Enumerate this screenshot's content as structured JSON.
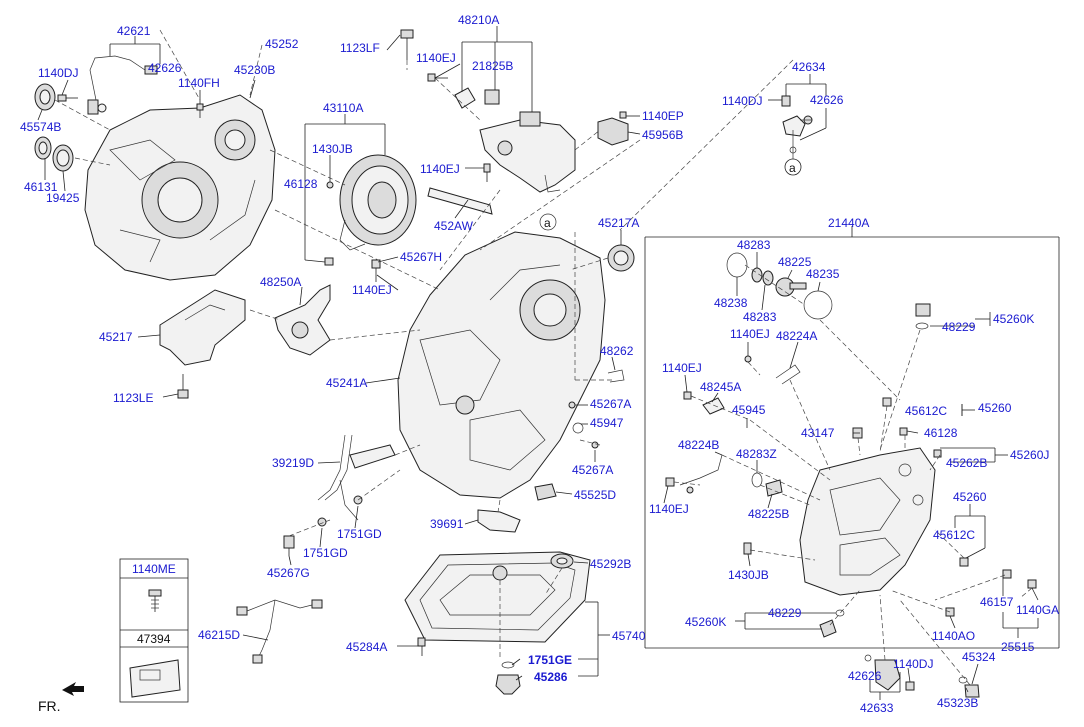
{
  "labels": {
    "p42621": "42621",
    "p1140DJ_a": "1140DJ",
    "p42626_a": "42626",
    "p45574B": "45574B",
    "p46131": "46131",
    "p19425": "19425",
    "p1140FH": "1140FH",
    "p45252": "45252",
    "p45230B": "45230B",
    "p1123LF": "1123LF",
    "p48210A": "48210A",
    "p1140EJ_a": "1140EJ",
    "p21825B": "21825B",
    "p43110A": "43110A",
    "p1430JB_a": "1430JB",
    "p46128_a": "46128",
    "p1140EJ_b": "1140EJ",
    "p452AW": "452AW",
    "p45267H": "45267H",
    "p1140EJ_c": "1140EJ",
    "p48250A": "48250A",
    "p45217": "45217",
    "p1123LE": "1123LE",
    "p1140EP": "1140EP",
    "p45956B": "45956B",
    "p42634": "42634",
    "p1140DJ_b": "1140DJ",
    "p42626_b": "42626",
    "circle_a": "a",
    "p45217A": "45217A",
    "p21440A": "21440A",
    "p48283_a": "48283",
    "p48225": "48225",
    "p48235": "48235",
    "p48238": "48238",
    "p48283_b": "48283",
    "p1140EJ_d": "1140EJ",
    "p48224A": "48224A",
    "p45260K": "45260K",
    "p48229_a": "48229",
    "p45241A": "45241A",
    "p48262": "48262",
    "p1140EJ_e": "1140EJ",
    "p48245A": "48245A",
    "p45267A_a": "45267A",
    "p45945": "45945",
    "p45947": "45947",
    "p45612C_a": "45612C",
    "p45260_a": "45260",
    "p43147": "43147",
    "p46128_b": "46128",
    "p48224B": "48224B",
    "p48283Z": "48283Z",
    "p45267A_b": "45267A",
    "p45262B": "45262B",
    "p45260J": "45260J",
    "p39219D": "39219D",
    "p45525D": "45525D",
    "p1140EJ_f": "1140EJ",
    "p48225B": "48225B",
    "p45260_b": "45260",
    "p1751GD_a": "1751GD",
    "p39691": "39691",
    "p45612C_b": "45612C",
    "p1751GD_b": "1751GD",
    "p45267G": "45267G",
    "p1430JB_b": "1430JB",
    "p45292B": "45292B",
    "p1140ME": "1140ME",
    "p47394": "47394",
    "p46215D": "46215D",
    "p48229_b": "48229",
    "p45260K_b": "45260K",
    "p46157": "46157",
    "p1140GA": "1140GA",
    "p1140AO": "1140AO",
    "p25515": "25515",
    "p45740": "45740",
    "p45284A": "45284A",
    "p1751GE": "1751GE",
    "p45286": "45286",
    "p45324": "45324",
    "p1140DJ_c": "1140DJ",
    "p42626_c": "42626",
    "p42633": "42633",
    "p45323B": "45323B",
    "fr": "FR."
  }
}
